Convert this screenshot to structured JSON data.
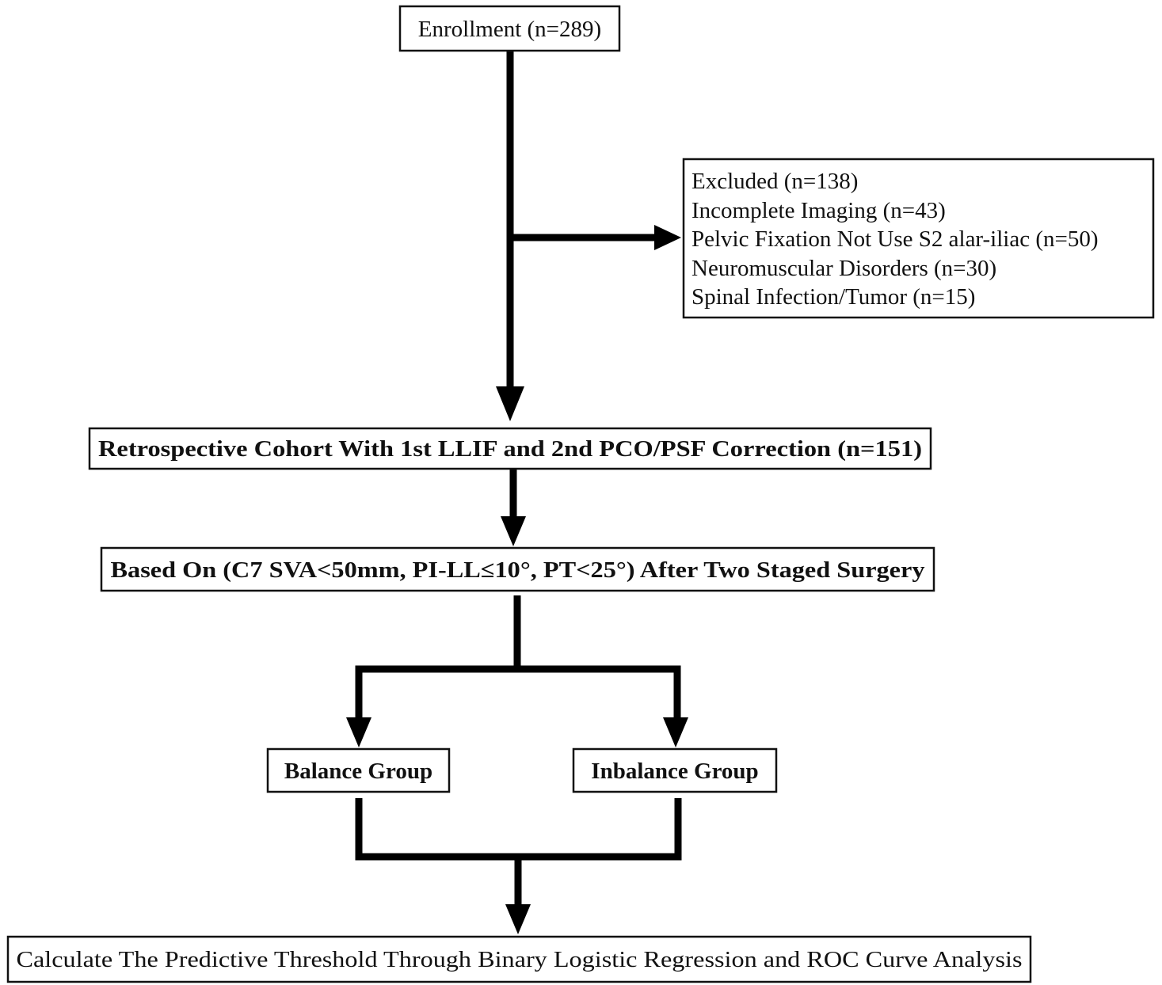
{
  "nodes": {
    "enrollment": "Enrollment (n=289)",
    "excluded": [
      "Excluded (n=138)",
      "Incomplete Imaging (n=43)",
      "Pelvic Fixation Not Use S2 alar-iliac (n=50)",
      "Neuromuscular Disorders (n=30)",
      "Spinal Infection/Tumor (n=15)"
    ],
    "cohort": "Retrospective Cohort With 1st LLIF and 2nd PCO/PSF Correction (n=151)",
    "criteria": "Based On (C7 SVA<50mm, PI-LL≤10°, PT<25°) After Two Staged Surgery",
    "balance": "Balance Group",
    "inbalance": "Inbalance Group",
    "analysis": "Calculate The Predictive Threshold Through Binary Logistic Regression and ROC Curve Analysis"
  },
  "colors": {
    "line": "#000000",
    "box_border": "#111111",
    "background": "#ffffff"
  }
}
